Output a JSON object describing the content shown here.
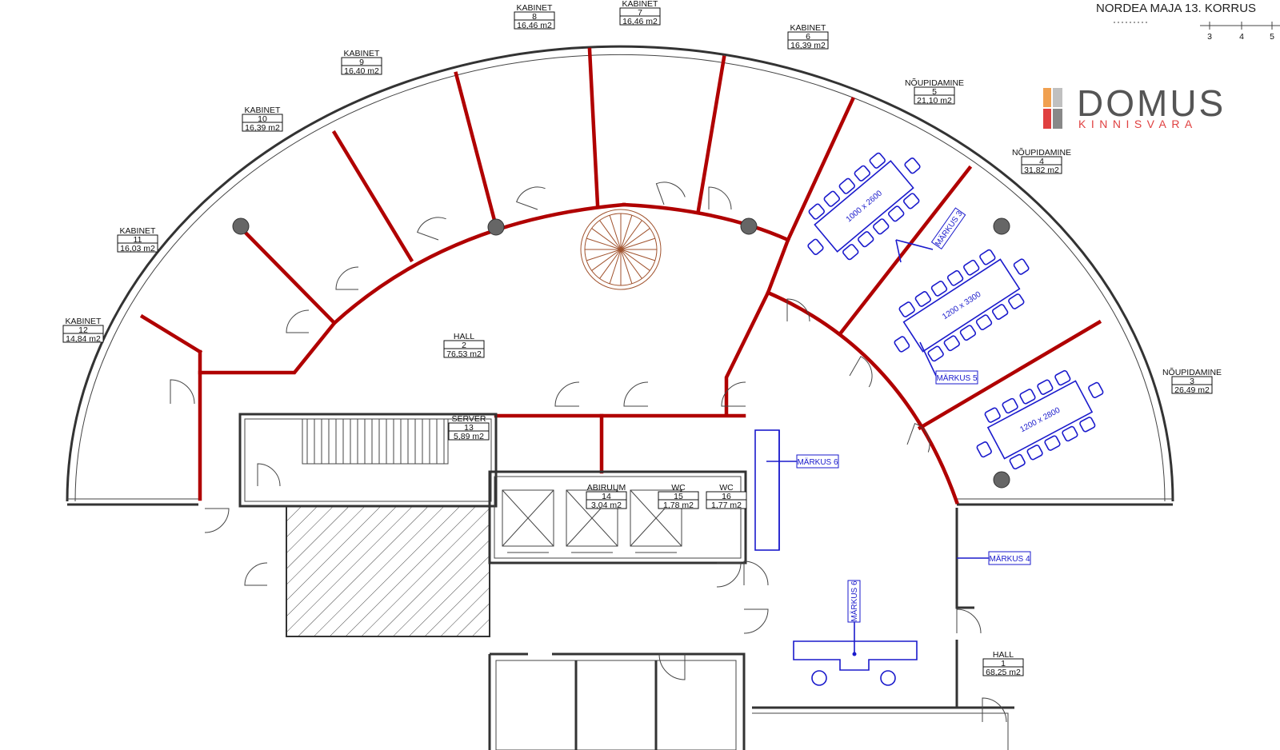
{
  "title": "NORDEA MAJA 13. KORRUS",
  "scale_ticks": [
    "3",
    "4",
    "5"
  ],
  "logo": {
    "name": "DOMUS",
    "sub": "KINNISVARA",
    "colors": [
      "#f0a050",
      "#e04040",
      "#c0c0c0",
      "#888888"
    ]
  },
  "colors": {
    "partition": "#b00000",
    "wall": "#333333",
    "furniture": "#1a1acc",
    "spiral_stair": "#a0522d"
  },
  "rooms": [
    {
      "id": "r12",
      "name": "KABINET",
      "num": "12",
      "area": "14,84 m2"
    },
    {
      "id": "r11",
      "name": "KABINET",
      "num": "11",
      "area": "16,03 m2"
    },
    {
      "id": "r10",
      "name": "KABINET",
      "num": "10",
      "area": "16,39 m2"
    },
    {
      "id": "r9",
      "name": "KABINET",
      "num": "9",
      "area": "16,40 m2"
    },
    {
      "id": "r8",
      "name": "KABINET",
      "num": "8",
      "area": "16,46 m2"
    },
    {
      "id": "r7",
      "name": "KABINET",
      "num": "7",
      "area": "16,46 m2"
    },
    {
      "id": "r6",
      "name": "KABINET",
      "num": "6",
      "area": "16,39 m2"
    },
    {
      "id": "r5",
      "name": "NÕUPIDAMINE",
      "num": "5",
      "area": "21,10 m2"
    },
    {
      "id": "r4",
      "name": "NÕUPIDAMINE",
      "num": "4",
      "area": "31,82 m2"
    },
    {
      "id": "r3",
      "name": "NÕUPIDAMINE",
      "num": "3",
      "area": "26,49 m2"
    },
    {
      "id": "r2",
      "name": "HALL",
      "num": "2",
      "area": "76,53 m2"
    },
    {
      "id": "r13",
      "name": "SERVER",
      "num": "13",
      "area": "5,89 m2"
    },
    {
      "id": "r14",
      "name": "ABIRUUM",
      "num": "14",
      "area": "3,04 m2"
    },
    {
      "id": "r15",
      "name": "WC",
      "num": "15",
      "area": "1,78 m2"
    },
    {
      "id": "r16",
      "name": "WC",
      "num": "16",
      "area": "1,77 m2"
    },
    {
      "id": "r1",
      "name": "HALL",
      "num": "1",
      "area": "68,25 m2"
    }
  ],
  "notes": [
    "MÄRKUS 3",
    "MÄRKUS 5",
    "MÄRKUS 6",
    "MÄRKUS 4",
    "MÄRKUS 6"
  ],
  "tables": [
    "1000 x 2600",
    "1200 x 3300",
    "1200 x 2800"
  ]
}
